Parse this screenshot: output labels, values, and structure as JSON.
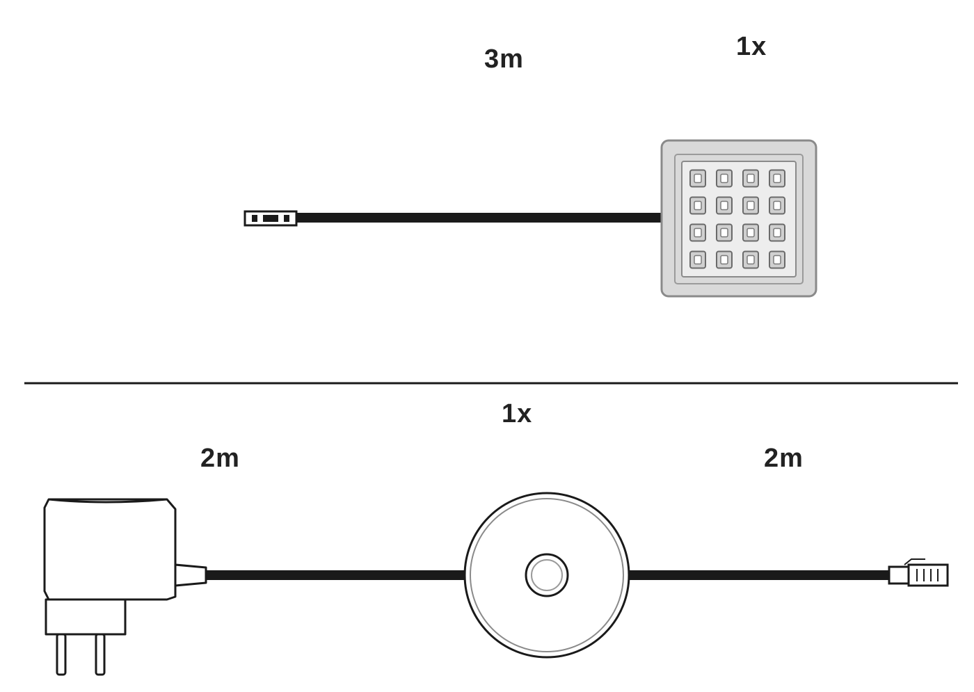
{
  "top_kit": {
    "cable_length": "3m",
    "quantity": "1x",
    "led_grid": {
      "rows": 4,
      "cols": 4
    }
  },
  "bottom_kit": {
    "quantity": "1x",
    "left_cable_length": "2m",
    "right_cable_length": "2m"
  },
  "colors": {
    "line": "#1a1a1a",
    "panel_fill": "#d4d4d4",
    "panel_border": "#8a8a8a",
    "led_fill": "#8e8e8e"
  }
}
